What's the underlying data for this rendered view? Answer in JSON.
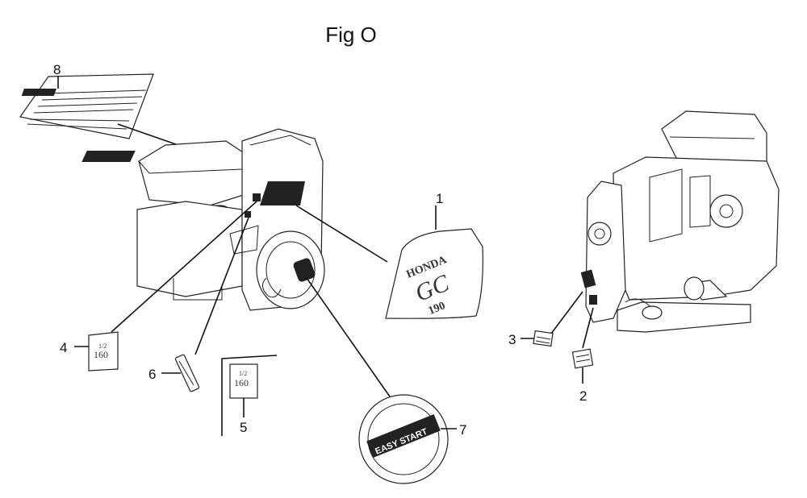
{
  "title": "Fig O",
  "callouts": [
    {
      "id": "1",
      "label": "1"
    },
    {
      "id": "2",
      "label": "2"
    },
    {
      "id": "3",
      "label": "3"
    },
    {
      "id": "4",
      "label": "4"
    },
    {
      "id": "5",
      "label": "5"
    },
    {
      "id": "6",
      "label": "6"
    },
    {
      "id": "7",
      "label": "7"
    },
    {
      "id": "8",
      "label": "8"
    }
  ],
  "decals": {
    "emblem_brand": "HONDA",
    "emblem_model": "GC",
    "emblem_size": "190",
    "easy_start": "EASY START",
    "level_small": "1/2",
    "level_value": "160"
  }
}
